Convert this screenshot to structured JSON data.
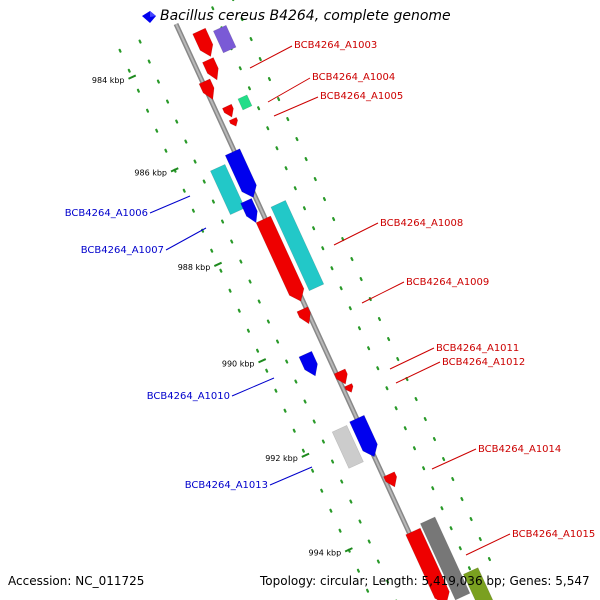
{
  "title": "Bacillus cereus B4264, complete genome",
  "footer": {
    "accession": "Accession: NC_011725",
    "summary": "Topology: circular; Length: 5,419,036 bp; Genes: 5,547"
  },
  "colors": {
    "backbone": "#999999",
    "tick": "#1e8a1e",
    "dots": "#2a9a2a",
    "forward_label": "#cc0000",
    "reverse_label": "#0000cc"
  },
  "ticks": [
    "984 kbp",
    "986 kbp",
    "988 kbp",
    "990 kbp",
    "992 kbp",
    "994 kbp"
  ],
  "genes": [
    {
      "id": "BCB4264_A1003",
      "strand": "forward"
    },
    {
      "id": "BCB4264_A1004",
      "strand": "forward"
    },
    {
      "id": "BCB4264_A1005",
      "strand": "forward"
    },
    {
      "id": "BCB4264_A1006",
      "strand": "reverse"
    },
    {
      "id": "BCB4264_A1007",
      "strand": "reverse"
    },
    {
      "id": "BCB4264_A1008",
      "strand": "forward"
    },
    {
      "id": "BCB4264_A1009",
      "strand": "forward"
    },
    {
      "id": "BCB4264_A1010",
      "strand": "reverse"
    },
    {
      "id": "BCB4264_A1011",
      "strand": "forward"
    },
    {
      "id": "BCB4264_A1012",
      "strand": "forward"
    },
    {
      "id": "BCB4264_A1013",
      "strand": "reverse"
    },
    {
      "id": "BCB4264_A1014",
      "strand": "forward"
    },
    {
      "id": "BCB4264_A1015",
      "strand": "forward"
    }
  ]
}
